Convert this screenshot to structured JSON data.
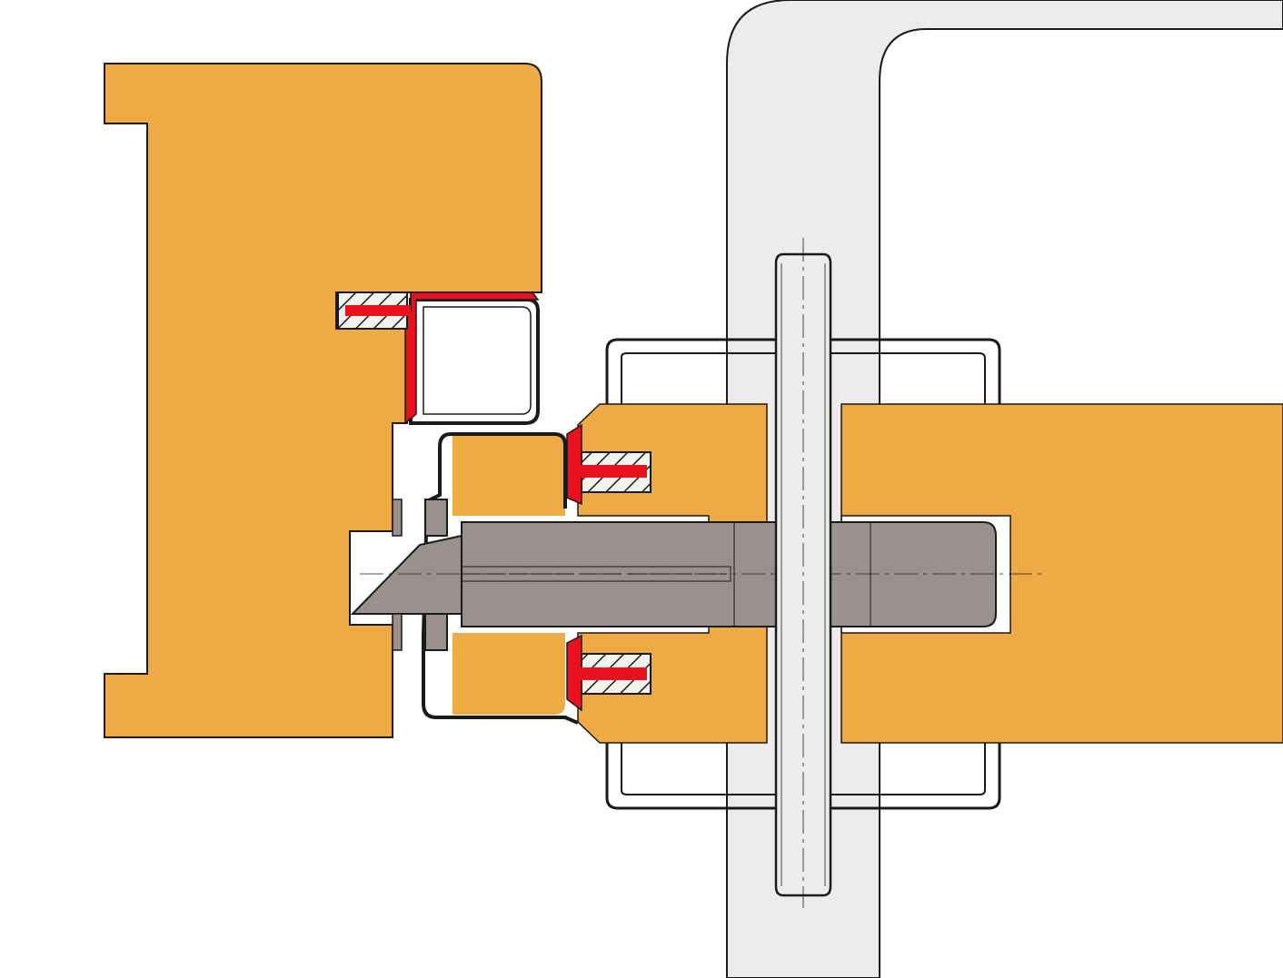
{
  "diagram": {
    "kind": "technical-cross-section",
    "colors": {
      "background": "#ffffff",
      "wood": "#EEAA45",
      "steel_frame": "#EDEBEB",
      "bolt": "#9A918F",
      "seal_red": "#E8111D",
      "outline": "#1a1a1a",
      "hatch_bg": "#F4F2EE"
    },
    "components": [
      "left-wood-block",
      "center-wood-block",
      "right-wood-block",
      "c-shaped-steel-frame",
      "clamp-bracket",
      "threaded-rod",
      "latch-bolt",
      "red-seal-profiles",
      "hatched-gaskets"
    ]
  }
}
